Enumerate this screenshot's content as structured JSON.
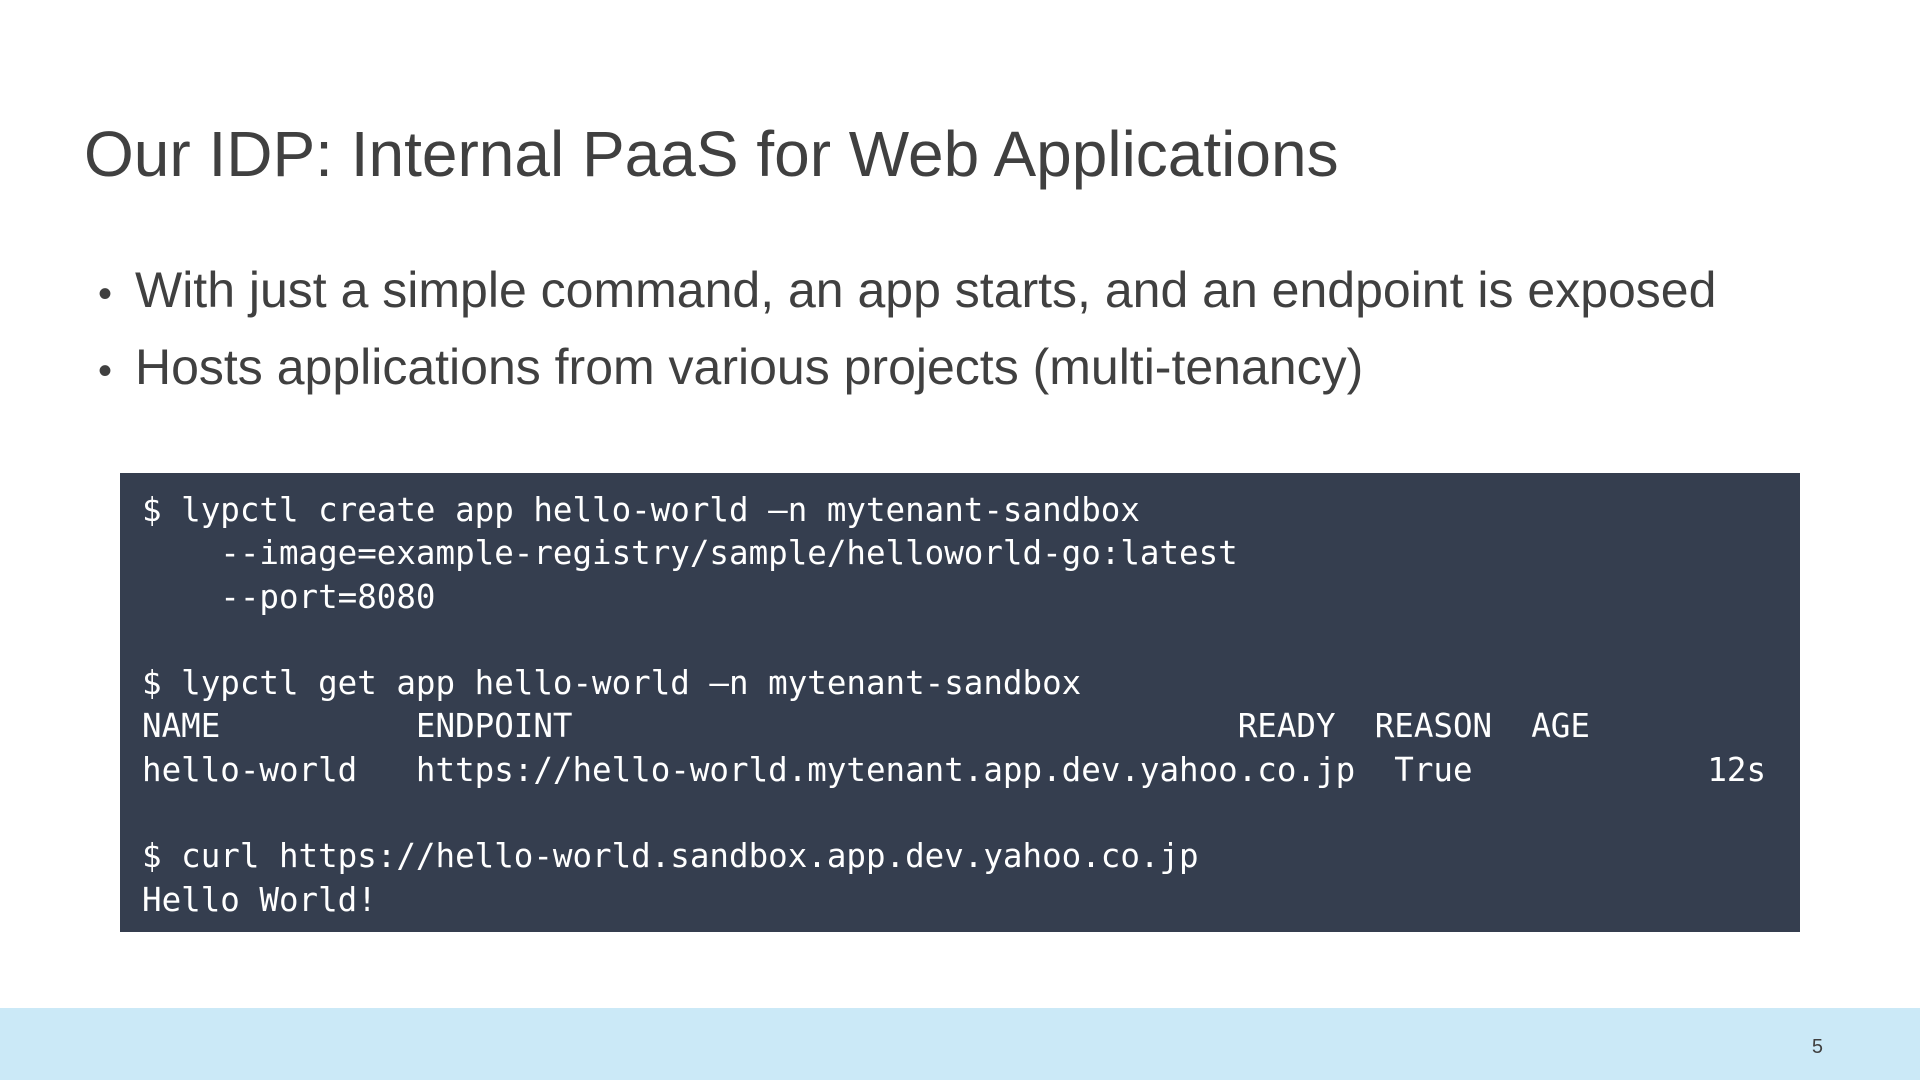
{
  "slide": {
    "title": "Our IDP: Internal PaaS for Web Applications",
    "bullets": [
      "With just a simple command, an app starts, and an endpoint is exposed",
      "Hosts applications from various projects (multi-tenancy)"
    ],
    "bullet_glyph": "•",
    "code_lines": [
      "$ lypctl create app hello-world –n mytenant-sandbox",
      "    --image=example-registry/sample/helloworld-go:latest",
      "    --port=8080",
      "",
      "$ lypctl get app hello-world –n mytenant-sandbox",
      "NAME          ENDPOINT                                  READY  REASON  AGE",
      "hello-world   https://hello-world.mytenant.app.dev.yahoo.co.jp  True            12s",
      "",
      "$ curl https://hello-world.sandbox.app.dev.yahoo.co.jp",
      "Hello World!"
    ],
    "page_number": "5"
  },
  "colors": {
    "title_text": "#404040",
    "code_background": "#353e4f",
    "code_text": "#ffffff",
    "footer_band": "#cbe9f7"
  }
}
